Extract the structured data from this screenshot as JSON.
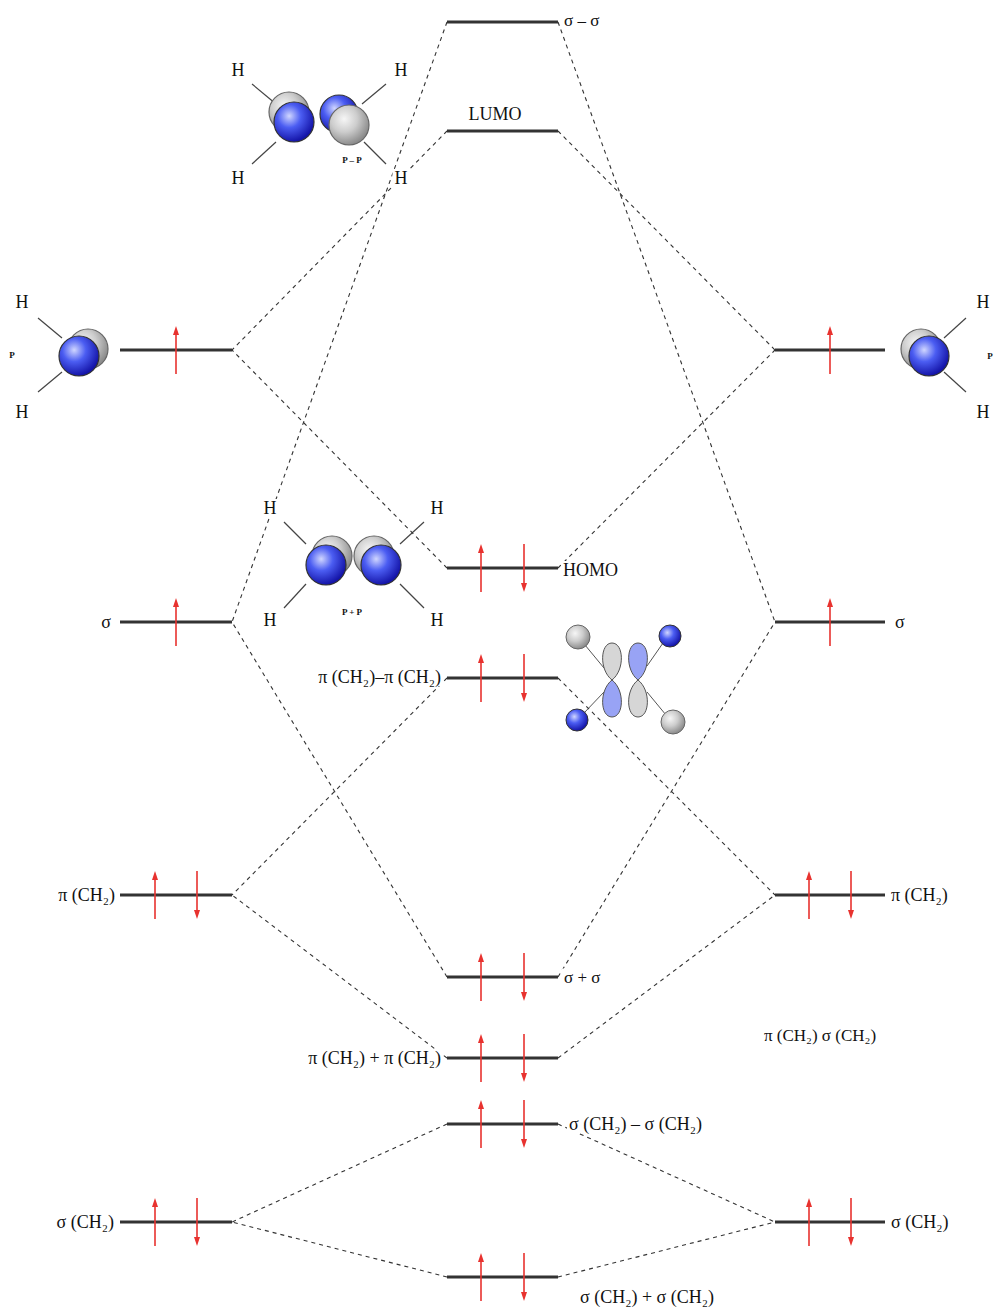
{
  "diagram": {
    "nodes": [
      {
        "text": [
          "σ – σ"
        ]
      },
      {
        "text": [
          "LUMO"
        ]
      },
      {
        "text": [
          "P"
        ]
      },
      {
        "text": [
          "P"
        ]
      },
      {
        "text": [
          "HOMO"
        ]
      },
      {
        "text": [
          "σ"
        ]
      },
      {
        "text": [
          "σ"
        ]
      },
      {
        "text": [
          "π (CH₂)–π (CH₂)"
        ]
      },
      {
        "text": [
          "π (CH₂)"
        ]
      },
      {
        "text": [
          "π (CH₂)"
        ]
      },
      {
        "text": [
          "σ + σ"
        ]
      },
      {
        "text": [
          "π (CH₂) + π (CH₂)"
        ]
      },
      {
        "text": [
          "σ (CH₂) – σ (CH₂)"
        ]
      },
      {
        "text": [
          "σ (CH₂)"
        ]
      },
      {
        "text": [
          "σ (CH₂)"
        ]
      },
      {
        "text": [
          "σ (CH₂) + σ (CH₂)"
        ]
      }
    ],
    "edges": [
      {
        "from": 0,
        "to": 5,
        "arrow": "none"
      },
      {
        "from": 0,
        "to": 6,
        "arrow": "none"
      },
      {
        "from": 1,
        "to": 2,
        "arrow": "none"
      },
      {
        "from": 1,
        "to": 3,
        "arrow": "none"
      },
      {
        "from": 4,
        "to": 2,
        "arrow": "none"
      },
      {
        "from": 4,
        "to": 3,
        "arrow": "none"
      },
      {
        "from": 10,
        "to": 5,
        "arrow": "none"
      },
      {
        "from": 10,
        "to": 6,
        "arrow": "none"
      },
      {
        "from": 7,
        "to": 8,
        "arrow": "none"
      },
      {
        "from": 7,
        "to": 9,
        "arrow": "none"
      },
      {
        "from": 11,
        "to": 8,
        "arrow": "none"
      },
      {
        "from": 11,
        "to": 9,
        "arrow": "none"
      },
      {
        "from": 12,
        "to": 13,
        "arrow": "none"
      },
      {
        "from": 12,
        "to": 14,
        "arrow": "none"
      },
      {
        "from": 15,
        "to": 13,
        "arrow": "none"
      },
      {
        "from": 15,
        "to": 14,
        "arrow": "none"
      }
    ],
    "labels": [
      "H",
      "H",
      "H",
      "H",
      "P – P",
      "H",
      "H",
      "H",
      "H",
      "H",
      "H",
      "H",
      "H",
      "P + P",
      "π (CH₂) σ (CH₂)"
    ]
  }
}
